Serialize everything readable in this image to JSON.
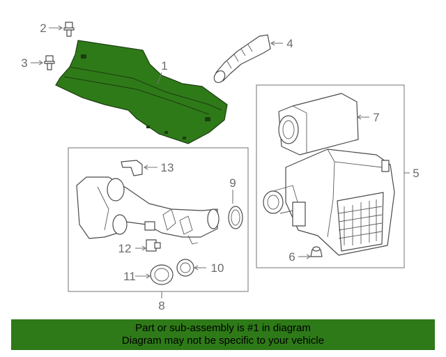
{
  "colors": {
    "highlight": "#2e7a18",
    "banner": "#2e7a18",
    "line": "#4a4a4a",
    "callout": "#6b6b6b"
  },
  "callouts": {
    "c1": "1",
    "c2": "2",
    "c3": "3",
    "c4": "4",
    "c5": "5",
    "c6": "6",
    "c7": "7",
    "c8": "8",
    "c9": "9",
    "c10": "10",
    "c11": "11",
    "c12": "12",
    "c13": "13"
  },
  "banner": {
    "line1": "Part or sub-assembly is #1 in diagram",
    "line2": "Diagram may not be specific to your vehicle"
  }
}
